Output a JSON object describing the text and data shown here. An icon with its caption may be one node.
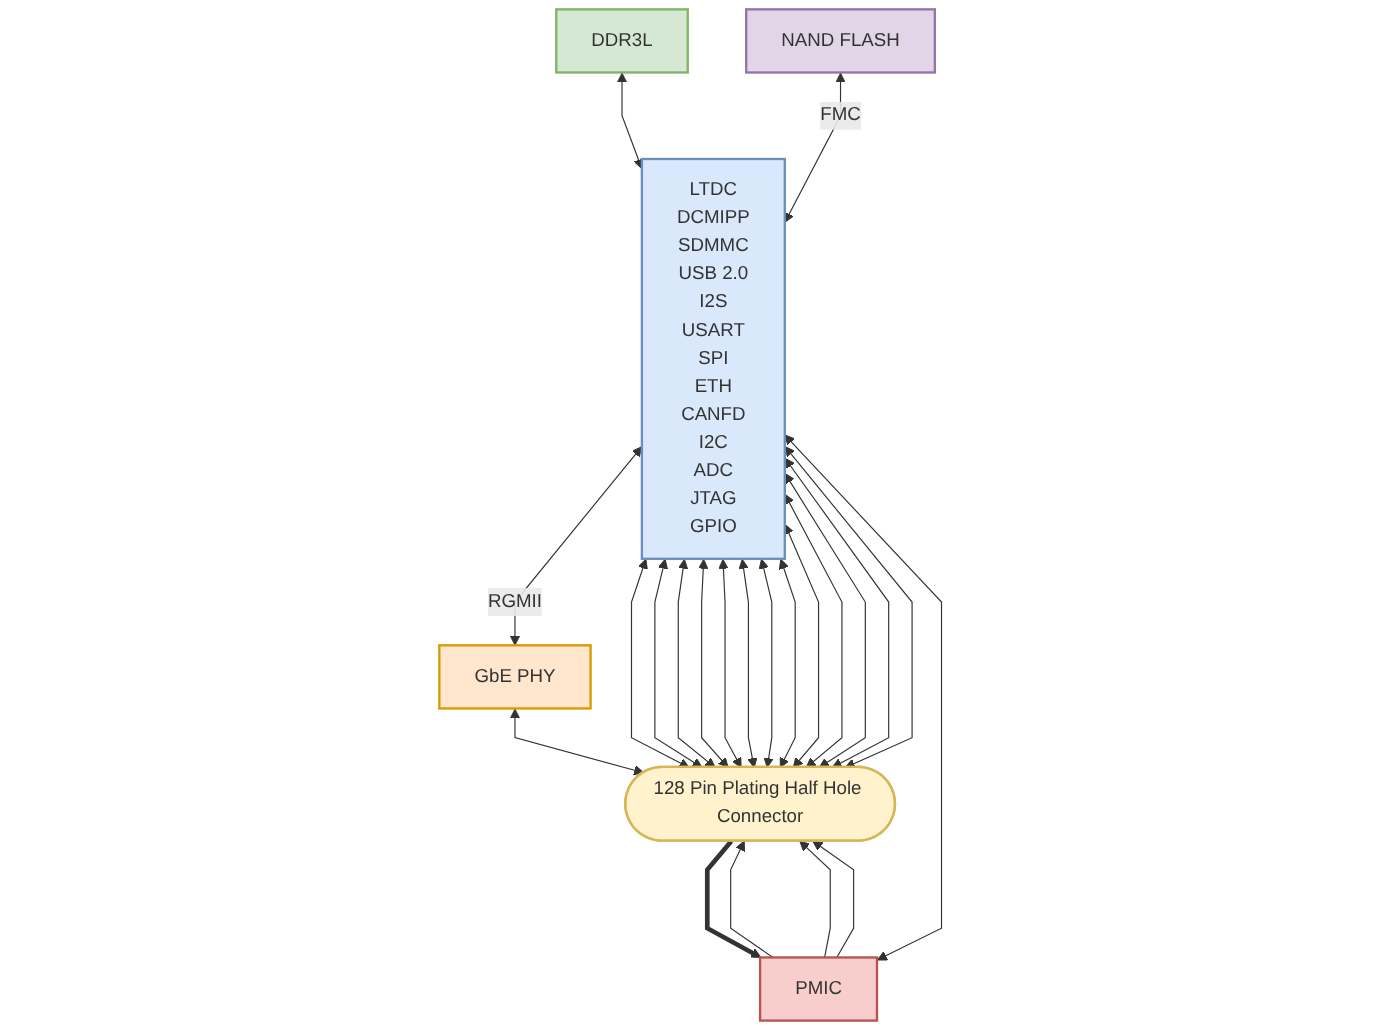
{
  "diagram": {
    "nodes": [
      {
        "text": [
          "DDR3L"
        ]
      },
      {
        "text": [
          "NAND FLASH"
        ]
      },
      {
        "text": [
          "PMIC"
        ]
      },
      {
        "text": [
          "LTDC",
          "DCMIPP",
          "SDMMC",
          "USB 2.0",
          "I2S",
          "USART",
          "SPI",
          "ETH",
          "CANFD",
          "I2C",
          "ADC",
          "JTAG",
          "GPIO"
        ]
      },
      {
        "text": [
          "GbE PHY"
        ]
      },
      {
        "text": [
          "128 Pin Plating Half Hole Connector"
        ]
      }
    ],
    "edges": [
      {
        "from": 0,
        "to": 3,
        "arrow": "both"
      },
      {
        "from": 1,
        "to": 3,
        "arrow": "both",
        "label": "FMC"
      },
      {
        "from": 2,
        "to": 3,
        "arrow": "both"
      },
      {
        "from": 3,
        "to": 4,
        "arrow": "both",
        "label": "RGMII"
      },
      {
        "from": 5,
        "to": 2,
        "arrow": "to",
        "style": "thick"
      },
      {
        "from": 2,
        "to": 5,
        "arrow": "to"
      },
      {
        "from": 2,
        "to": 5,
        "arrow": "to"
      },
      {
        "from": 2,
        "to": 5,
        "arrow": "to"
      },
      {
        "from": 3,
        "to": 5,
        "arrow": "both"
      },
      {
        "from": 3,
        "to": 5,
        "arrow": "both"
      },
      {
        "from": 3,
        "to": 5,
        "arrow": "both"
      },
      {
        "from": 3,
        "to": 5,
        "arrow": "both"
      },
      {
        "from": 3,
        "to": 5,
        "arrow": "both"
      },
      {
        "from": 3,
        "to": 5,
        "arrow": "both"
      },
      {
        "from": 3,
        "to": 5,
        "arrow": "both"
      },
      {
        "from": 3,
        "to": 5,
        "arrow": "both"
      },
      {
        "from": 3,
        "to": 5,
        "arrow": "both"
      },
      {
        "from": 3,
        "to": 5,
        "arrow": "both"
      },
      {
        "from": 3,
        "to": 5,
        "arrow": "both"
      },
      {
        "from": 3,
        "to": 5,
        "arrow": "both"
      },
      {
        "from": 3,
        "to": 5,
        "arrow": "both"
      },
      {
        "from": 4,
        "to": 5,
        "arrow": "both"
      }
    ]
  }
}
